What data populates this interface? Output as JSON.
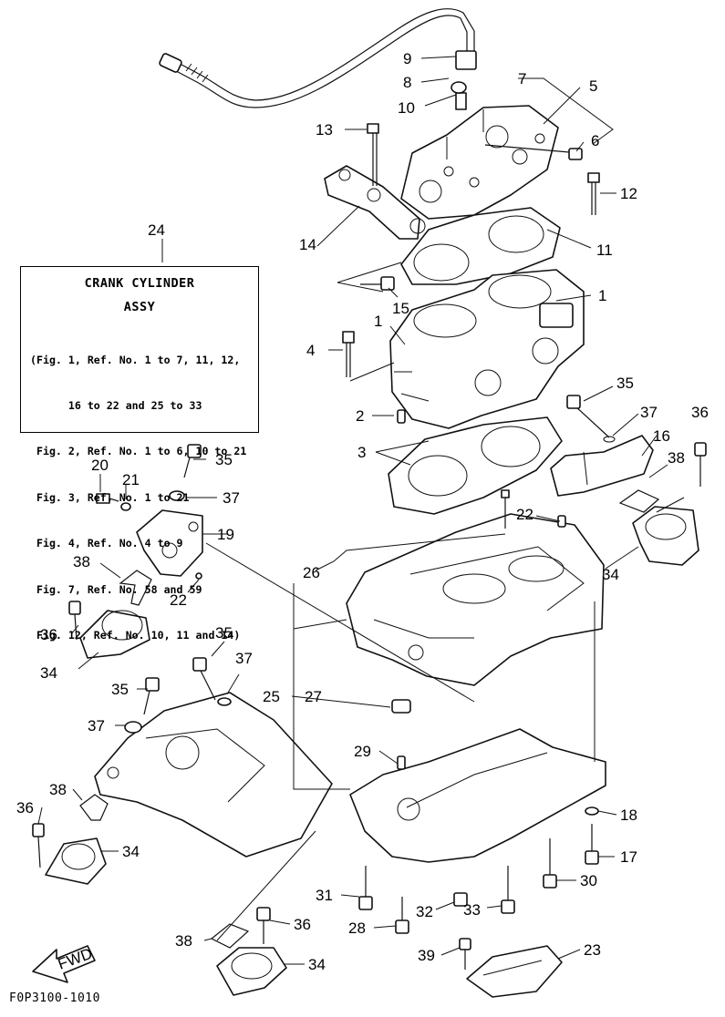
{
  "assy_box": {
    "title": "CRANK CYLINDER",
    "subtitle": "ASSY",
    "lines": [
      "(Fig. 1, Ref. No. 1 to 7, 11, 12,",
      "      16 to 22 and 25 to 33",
      " Fig. 2, Ref. No. 1 to 6, 10 to 21",
      " Fig. 3, Ref. No. 1 to 21",
      " Fig. 4, Ref. No. 4 to 9",
      " Fig. 7, Ref. No. 58 and 59",
      " Fig. 12, Ref. No. 10, 11 and 14)"
    ]
  },
  "figure_code": "F0P3100-1010",
  "fwd_label": "FWD",
  "callouts": [
    {
      "id": "c9",
      "label": "9"
    },
    {
      "id": "c8",
      "label": "8"
    },
    {
      "id": "c7",
      "label": "7"
    },
    {
      "id": "c5",
      "label": "5"
    },
    {
      "id": "c10",
      "label": "10"
    },
    {
      "id": "c13",
      "label": "13"
    },
    {
      "id": "c6",
      "label": "6"
    },
    {
      "id": "c12",
      "label": "12"
    },
    {
      "id": "c24",
      "label": "24"
    },
    {
      "id": "c14",
      "label": "14"
    },
    {
      "id": "c11",
      "label": "11"
    },
    {
      "id": "c15",
      "label": "15"
    },
    {
      "id": "c1a",
      "label": "1"
    },
    {
      "id": "c1b",
      "label": "1"
    },
    {
      "id": "c4",
      "label": "4"
    },
    {
      "id": "c35a",
      "label": "35"
    },
    {
      "id": "c2",
      "label": "2"
    },
    {
      "id": "c37a",
      "label": "37"
    },
    {
      "id": "c36a",
      "label": "36"
    },
    {
      "id": "c16",
      "label": "16"
    },
    {
      "id": "c3",
      "label": "3"
    },
    {
      "id": "c38a",
      "label": "38"
    },
    {
      "id": "c20",
      "label": "20"
    },
    {
      "id": "c35b",
      "label": "35"
    },
    {
      "id": "c21",
      "label": "21"
    },
    {
      "id": "c37b",
      "label": "37"
    },
    {
      "id": "c22a",
      "label": "22"
    },
    {
      "id": "c19",
      "label": "19"
    },
    {
      "id": "c38b",
      "label": "38"
    },
    {
      "id": "c26",
      "label": "26"
    },
    {
      "id": "c34a",
      "label": "34"
    },
    {
      "id": "c22b",
      "label": "22"
    },
    {
      "id": "c36b",
      "label": "36"
    },
    {
      "id": "c34b",
      "label": "34"
    },
    {
      "id": "c35c",
      "label": "35"
    },
    {
      "id": "c37c",
      "label": "37"
    },
    {
      "id": "c35d",
      "label": "35"
    },
    {
      "id": "c25",
      "label": "25"
    },
    {
      "id": "c27",
      "label": "27"
    },
    {
      "id": "c37d",
      "label": "37"
    },
    {
      "id": "c29",
      "label": "29"
    },
    {
      "id": "c38c",
      "label": "38"
    },
    {
      "id": "c18",
      "label": "18"
    },
    {
      "id": "c36c",
      "label": "36"
    },
    {
      "id": "c34c",
      "label": "34"
    },
    {
      "id": "c17",
      "label": "17"
    },
    {
      "id": "c30",
      "label": "30"
    },
    {
      "id": "c31",
      "label": "31"
    },
    {
      "id": "c32",
      "label": "32"
    },
    {
      "id": "c33",
      "label": "33"
    },
    {
      "id": "c28",
      "label": "28"
    },
    {
      "id": "c36d",
      "label": "36"
    },
    {
      "id": "c38d",
      "label": "38"
    },
    {
      "id": "c34d",
      "label": "34"
    },
    {
      "id": "c39",
      "label": "39"
    },
    {
      "id": "c23",
      "label": "23"
    }
  ]
}
